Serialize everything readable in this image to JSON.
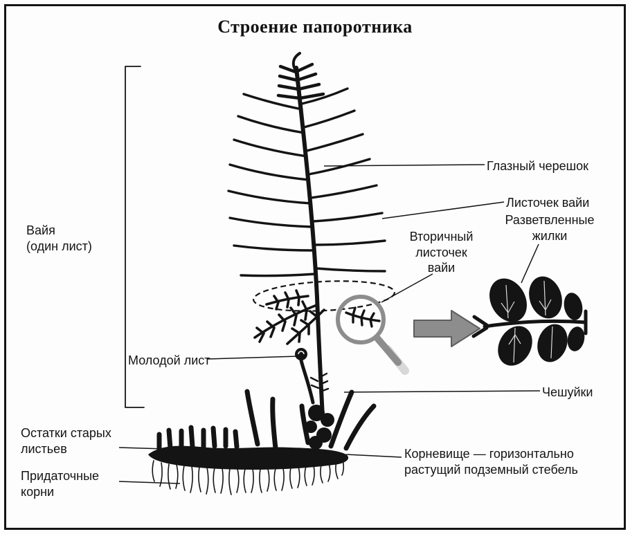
{
  "title": "Строение папоротника",
  "labels": {
    "frond": {
      "lines": [
        "Вайя",
        "(один лист)"
      ]
    },
    "main_petiole": {
      "lines": [
        "Глазный черешок"
      ]
    },
    "frond_leaflet": {
      "lines": [
        "Листочек вайи"
      ]
    },
    "secondary_leaflet": {
      "lines": [
        "Вторичный",
        "листочек",
        "вайи"
      ]
    },
    "branched_veins": {
      "lines": [
        "Разветвленные",
        "жилки"
      ]
    },
    "young_leaf": {
      "lines": [
        "Молодой лист"
      ]
    },
    "scales": {
      "lines": [
        "Чешуйки"
      ]
    },
    "old_leaf_remains": {
      "lines": [
        "Остатки старых",
        "листьев"
      ]
    },
    "adventitious_roots": {
      "lines": [
        "Придаточные",
        "корни"
      ]
    },
    "rhizome": {
      "lines": [
        "Корневище — горизонтально",
        "растущий подземный стебель"
      ]
    }
  },
  "colors": {
    "ink": "#141414",
    "gray": "#8d8d8d",
    "background": "#fdfdfd"
  }
}
